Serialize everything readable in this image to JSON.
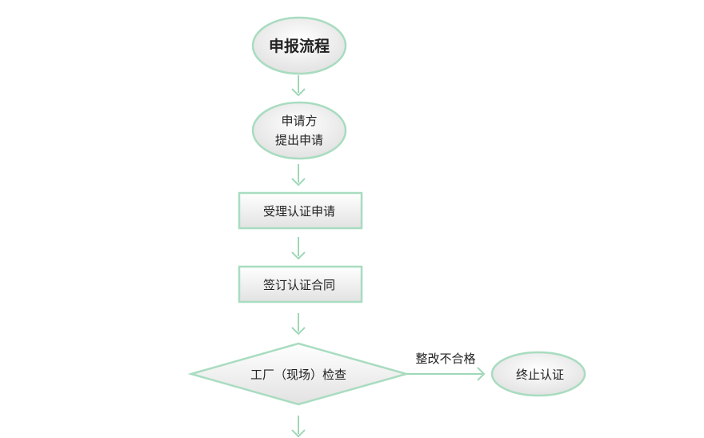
{
  "title": "申报流程",
  "nodes": {
    "start": "申报流程",
    "applicant_line1": "申请方",
    "applicant_line2": "提出申请",
    "accept": "受理认证申请",
    "contract": "签订认证合同",
    "inspect": "工厂（现场）检查",
    "terminate": "终止认证"
  },
  "edges": {
    "fail_label": "整改不合格"
  },
  "colors": {
    "stroke": "#a8dcc0",
    "arrow": "#9fd8b8",
    "fill_top": "#ffffff",
    "fill_bottom": "#e4e4e4",
    "text": "#222222"
  }
}
